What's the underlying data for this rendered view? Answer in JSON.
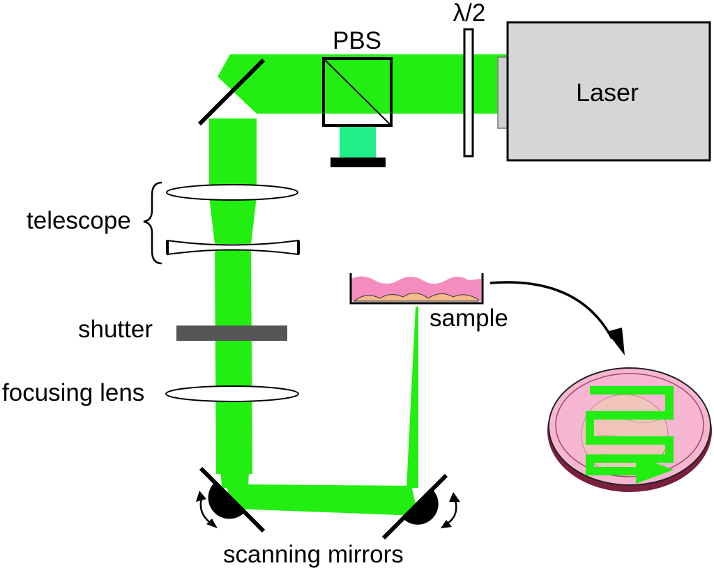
{
  "labels": {
    "laser": "Laser",
    "half_wave_plate": "λ/2",
    "pbs": "PBS",
    "telescope": "telescope",
    "shutter": "shutter",
    "focusing_lens": "focusing lens",
    "sample": "sample",
    "scanning_mirrors": "scanning mirrors"
  },
  "colors": {
    "beam": "#22ee11",
    "rejected_beam": "#22ee88",
    "laser_body": "#d6d6d6",
    "shutter": "#555555",
    "sample_liquid": "#f48cc0",
    "sample_cells": "#f5b98a",
    "dish": "#f7b6d2",
    "dish_rim": "#7a1f3c"
  }
}
